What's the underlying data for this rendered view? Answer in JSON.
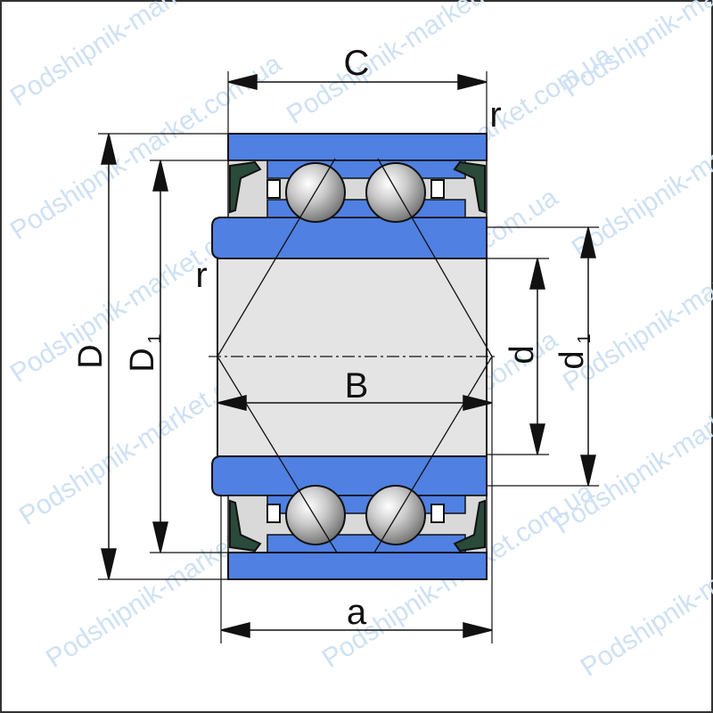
{
  "watermark": "Podshipnik-market.com.ua",
  "labels": {
    "C": "C",
    "r_top": "r",
    "r_left": "r",
    "D": "D",
    "D1": "D",
    "D1_sub": "1",
    "d": "d",
    "d1": "d",
    "d1_sub": "1",
    "B": "B",
    "a": "a"
  },
  "colors": {
    "ring_blue": "#4f80e2",
    "bore_grey": "#e4e4e4",
    "outline": "#111111",
    "seal_green": "#2a4a3a",
    "watermark": "#cfe1f3"
  },
  "icons": {
    "ball": "bearing-ball-icon",
    "arrow": "dimension-arrow-icon"
  }
}
